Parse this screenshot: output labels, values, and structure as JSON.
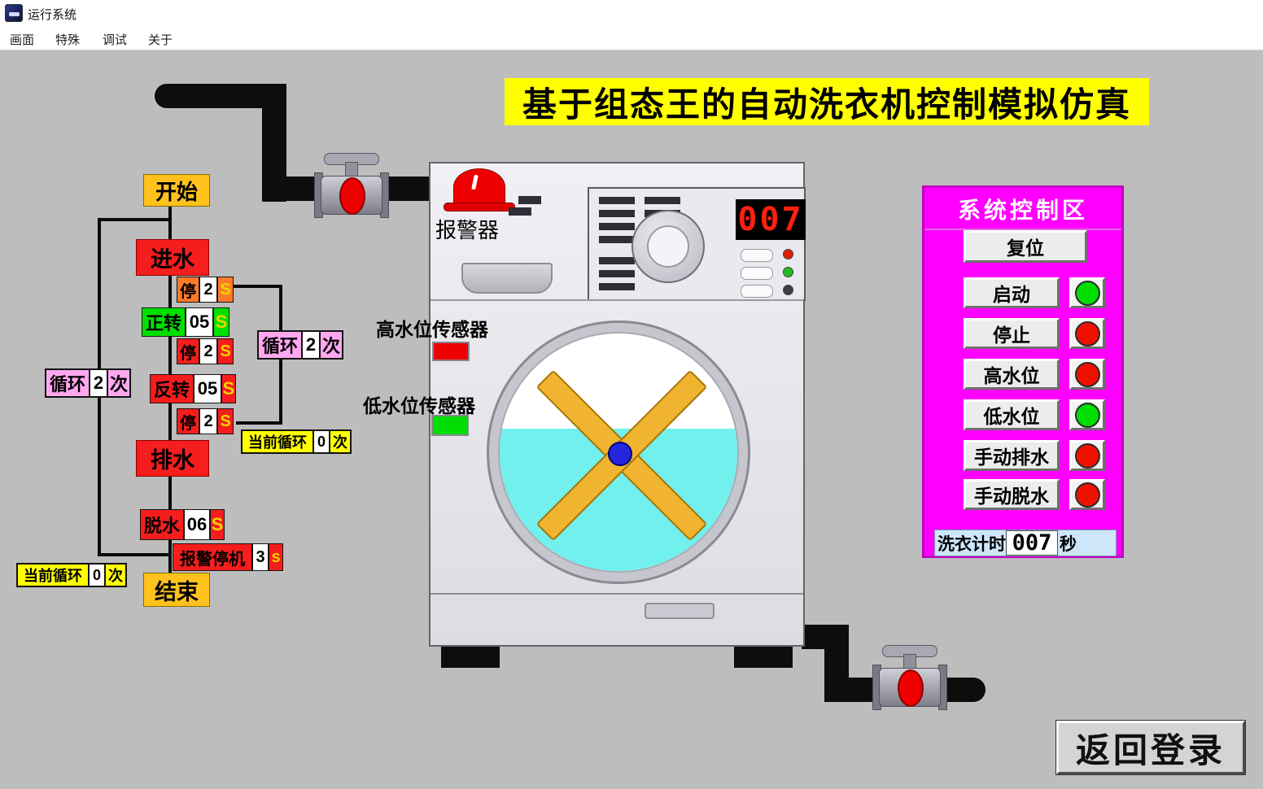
{
  "window": {
    "title": "运行系统",
    "menu_items": [
      "画面",
      "特殊",
      "调试",
      "关于"
    ]
  },
  "banner": {
    "title": "基于组态王的自动洗衣机控制模拟仿真"
  },
  "flowchart": {
    "start": "开始",
    "inlet": "进水",
    "stop1": {
      "label": "停",
      "value": "2",
      "unit": "S"
    },
    "forward": {
      "label": "正转",
      "value": "05",
      "unit": "S"
    },
    "stop2": {
      "label": "停",
      "value": "2",
      "unit": "S"
    },
    "inner_loop": {
      "label": "循环",
      "value": "2",
      "unit": "次"
    },
    "reverse": {
      "label": "反转",
      "value": "05",
      "unit": "S"
    },
    "stop3": {
      "label": "停",
      "value": "2",
      "unit": "S"
    },
    "outer_loop": {
      "label": "循环",
      "value": "2",
      "unit": "次"
    },
    "inner_current": {
      "label": "当前循环",
      "value": "0",
      "unit": "次"
    },
    "drain": "排水",
    "spin": {
      "label": "脱水",
      "value": "06",
      "unit": "S"
    },
    "alarm_stop": {
      "label": "报警停机",
      "value": "3",
      "unit": "s"
    },
    "outer_current": {
      "label": "当前循环",
      "value": "0",
      "unit": "次"
    },
    "end": "结束"
  },
  "machine": {
    "alarm_label": "报警器",
    "alarm_color": "#ee0000",
    "display": "007",
    "high_sensor_label": "高水位传感器",
    "high_sensor_color": "#ee0000",
    "low_sensor_label": "低水位传感器",
    "low_sensor_color": "#00dd00",
    "water_color": "#72f0ee"
  },
  "control_panel": {
    "title": "系统控制区",
    "reset_label": "复位",
    "rows": [
      {
        "label": "启动",
        "color": "#00dd00"
      },
      {
        "label": "停止",
        "color": "#ee1100"
      },
      {
        "label": "高水位",
        "color": "#ee1100"
      },
      {
        "label": "低水位",
        "color": "#00dd00"
      },
      {
        "label": "手动排水",
        "color": "#ee1100"
      },
      {
        "label": "手动脱水",
        "color": "#ee1100"
      }
    ],
    "timer_label": "洗衣计时",
    "timer_value": "007",
    "timer_unit": "秒"
  },
  "back_button_label": "返回登录",
  "colors": {
    "background": "#bdbdbd",
    "banner_bg": "#ffff00",
    "panel_bg": "#ff00ff",
    "valve_red": "#ee0000"
  }
}
